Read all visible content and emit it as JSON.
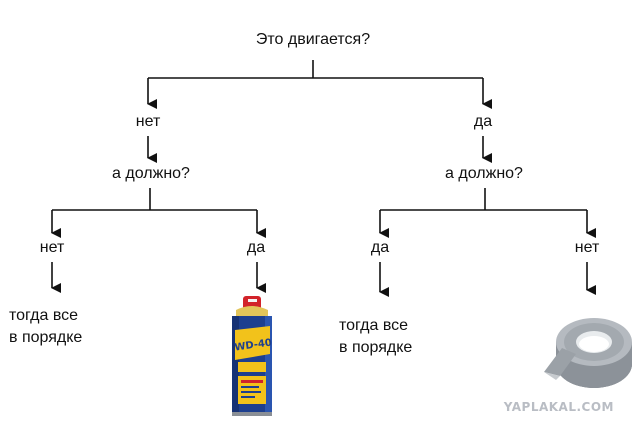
{
  "root": {
    "question": "Это двигается?"
  },
  "left": {
    "answer": "нет",
    "question": "а должно?",
    "no": {
      "answer": "нет",
      "result_line1": "тогда все",
      "result_line2": "в порядке"
    },
    "yes": {
      "answer": "да",
      "result_image": "wd40-can-icon",
      "can_label": "WD-40"
    }
  },
  "right": {
    "answer": "да",
    "question": "а должно?",
    "yes": {
      "answer": "да",
      "result_line1": "тогда все",
      "result_line2": "в порядке"
    },
    "no": {
      "answer": "нет",
      "result_image": "duct-tape-roll-icon"
    }
  },
  "watermark": "YAPLAKAL.COM",
  "colors": {
    "lines": "#111111",
    "text": "#111111",
    "watermark": "#b9bdc4",
    "wd40_blue": "#1d3f8f",
    "wd40_yellow": "#f2c21b",
    "wd40_red": "#d2232a",
    "tape": "#9aa1a8"
  }
}
